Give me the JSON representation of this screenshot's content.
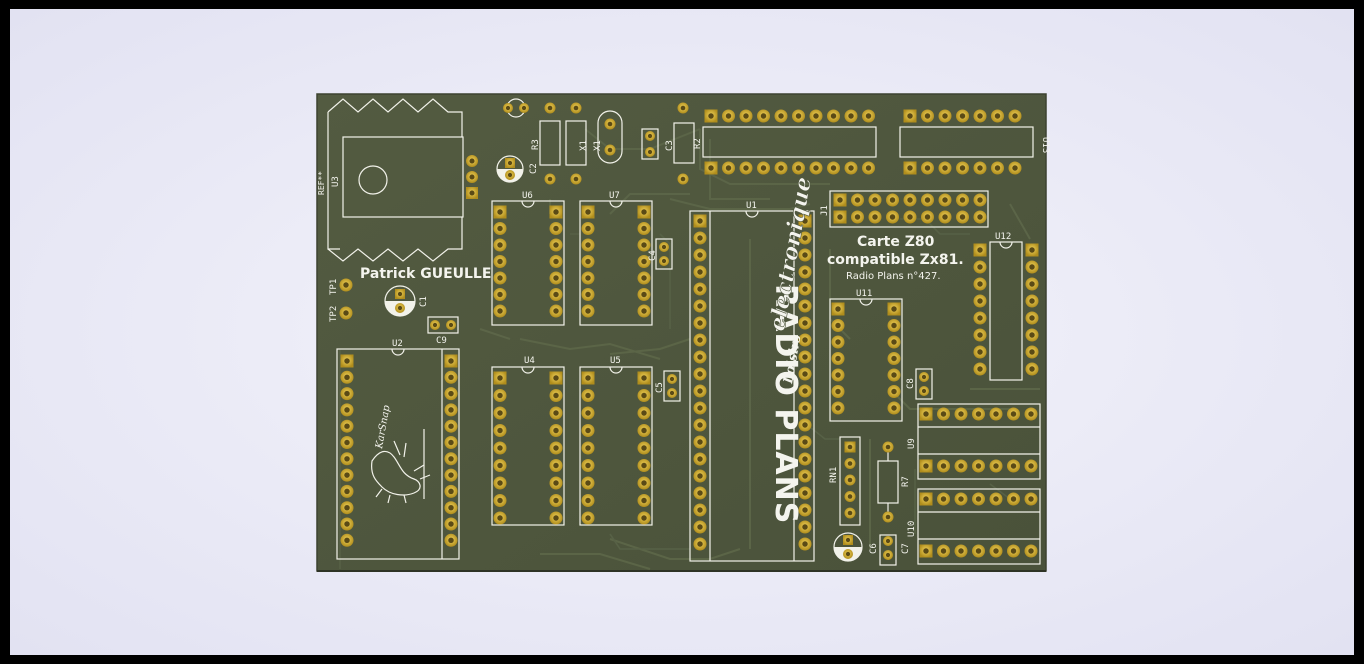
{
  "board": {
    "author": "Patrick GUEULLE",
    "title_line1": "Carte Z80",
    "title_line2": "compatible Zx81.",
    "subtitle": "Radio Plans n°427.",
    "logo_main": "RADIO PLANS",
    "logo_script": "electronique",
    "logo_sub": "Loisirs",
    "signature": "KarSnap",
    "ref_designators": {
      "REF": "REF**",
      "U3": "U3",
      "TP1": "TP1",
      "TP2": "TP2",
      "C1": "C1",
      "C9": "C9",
      "U2": "U2",
      "R3": "R3",
      "C2": "C2",
      "X1": "X1",
      "C3": "C3",
      "R2": "R2",
      "U6": "U6",
      "U7": "U7",
      "C4": "C4",
      "U4": "U4",
      "U5": "U5",
      "C5": "C5",
      "U1": "U1",
      "J1": "J1",
      "U11": "U11",
      "U12": "U12",
      "U13": "U13",
      "C8": "C8",
      "U9": "U9",
      "RN1": "RN1",
      "R7": "R7",
      "U10": "U10",
      "C6": "C6",
      "C7": "C7"
    }
  },
  "colors": {
    "pcb": "#4f573e",
    "pcb_dark": "#434a35",
    "trace": "#5c6648",
    "pad_gold": "#d4b12c",
    "silkscreen": "#f2f2ea"
  }
}
